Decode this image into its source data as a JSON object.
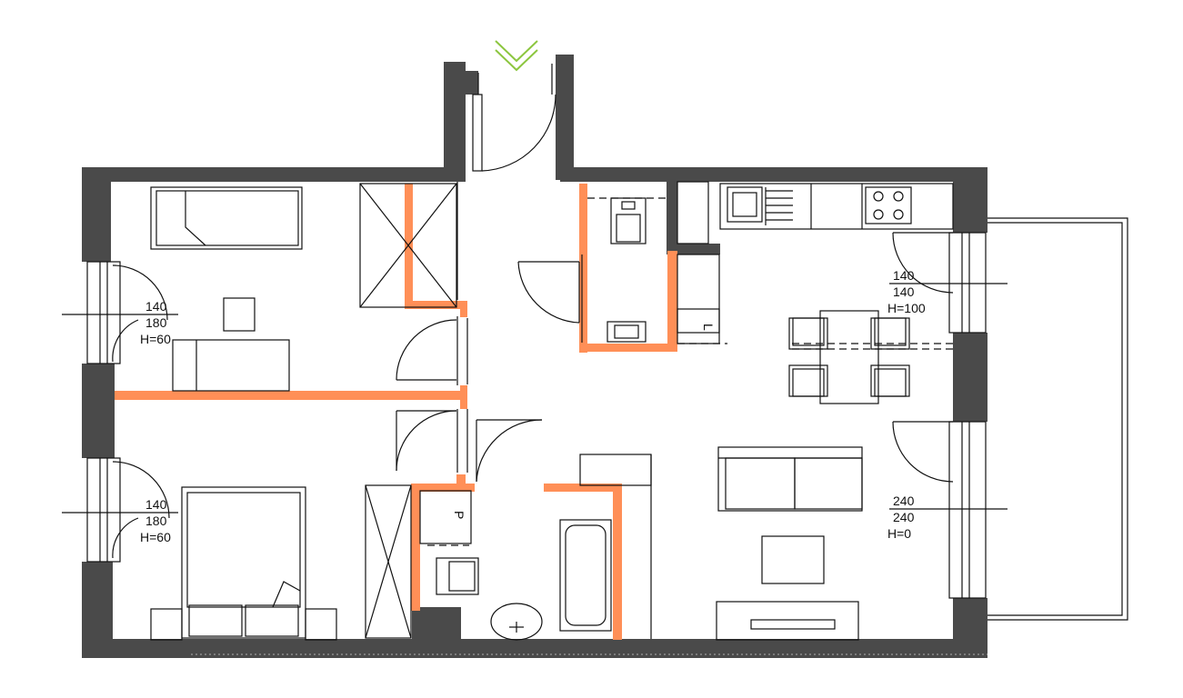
{
  "plan": {
    "colors": {
      "wall": "#4a4a4a",
      "partition": "#ff8f57",
      "line": "#111111",
      "entry_arrow": "#8cc63f"
    },
    "entry_icon": "chevron-double-down-icon",
    "windows": [
      {
        "id": "bedroom-top",
        "width": "140",
        "height": "180",
        "sill": "H=60"
      },
      {
        "id": "bedroom-bottom",
        "width": "140",
        "height": "180",
        "sill": "H=60"
      },
      {
        "id": "living-top",
        "width": "140",
        "height": "140",
        "sill": "H=100"
      },
      {
        "id": "balcony-door",
        "width": "240",
        "height": "240",
        "sill": "H=0"
      }
    ],
    "fixtures": {
      "radiator_left_letter": "P",
      "radiator_right_letter": "L"
    }
  }
}
